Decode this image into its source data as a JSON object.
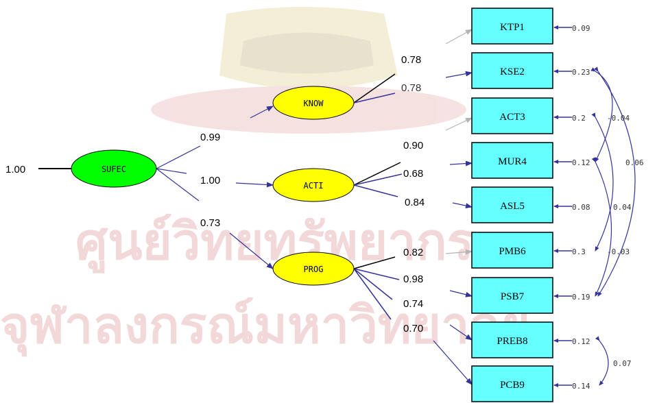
{
  "watermark": {
    "line1": "ศูนย์วิทยทรัพยากร",
    "line2": "จุฬาลงกรณ์มหาวิทยาลัย"
  },
  "colors": {
    "indicator_fill": "#66ffff",
    "factor_fill": "#ffff00",
    "second_order_fill": "#00ff00",
    "path_blue": "#333399",
    "path_black": "#000000",
    "path_grey": "#b4b4b4"
  },
  "second_order": {
    "label": "SUFEC",
    "variance": "1.00"
  },
  "factors": [
    {
      "label": "KNOW",
      "loading": "0.99"
    },
    {
      "label": "ACTI",
      "loading": "1.00"
    },
    {
      "label": "PROG",
      "loading": "0.73"
    }
  ],
  "indicators": [
    {
      "label": "KTP1",
      "error": "0.09"
    },
    {
      "label": "KSE2",
      "error": "0.23"
    },
    {
      "label": "ACT3",
      "error": "0.2"
    },
    {
      "label": "MUR4",
      "error": "0.12"
    },
    {
      "label": "ASL5",
      "error": "0.08"
    },
    {
      "label": "PMB6",
      "error": "0.3"
    },
    {
      "label": "PSB7",
      "error": "0.19"
    },
    {
      "label": "PREB8",
      "error": "0.12"
    },
    {
      "label": "PCB9",
      "error": "0.14"
    }
  ],
  "loadings": {
    "know": [
      "0.78",
      "0.78"
    ],
    "acti": [
      "0.90",
      "0.68",
      "0.84"
    ],
    "prog": [
      "0.82",
      "0.98",
      "0.74",
      "0.70"
    ]
  },
  "covariances": [
    "-0.04",
    "0.06",
    "0.04",
    "-0.03",
    "0.07"
  ]
}
